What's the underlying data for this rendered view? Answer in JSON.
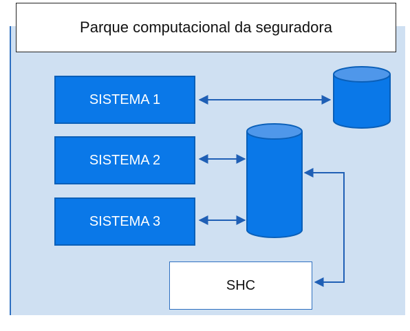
{
  "diagram": {
    "title": "Parque computacional da seguradora",
    "systems": [
      {
        "label": "SISTEMA 1"
      },
      {
        "label": "SISTEMA 2"
      },
      {
        "label": "SISTEMA 3"
      }
    ],
    "shc_label": "SHC",
    "colors": {
      "panel_bg": "#cfe0f2",
      "system_fill": "#0a78e8",
      "database_fill": "#0a78e8",
      "connector": "#1f5fb5"
    }
  }
}
